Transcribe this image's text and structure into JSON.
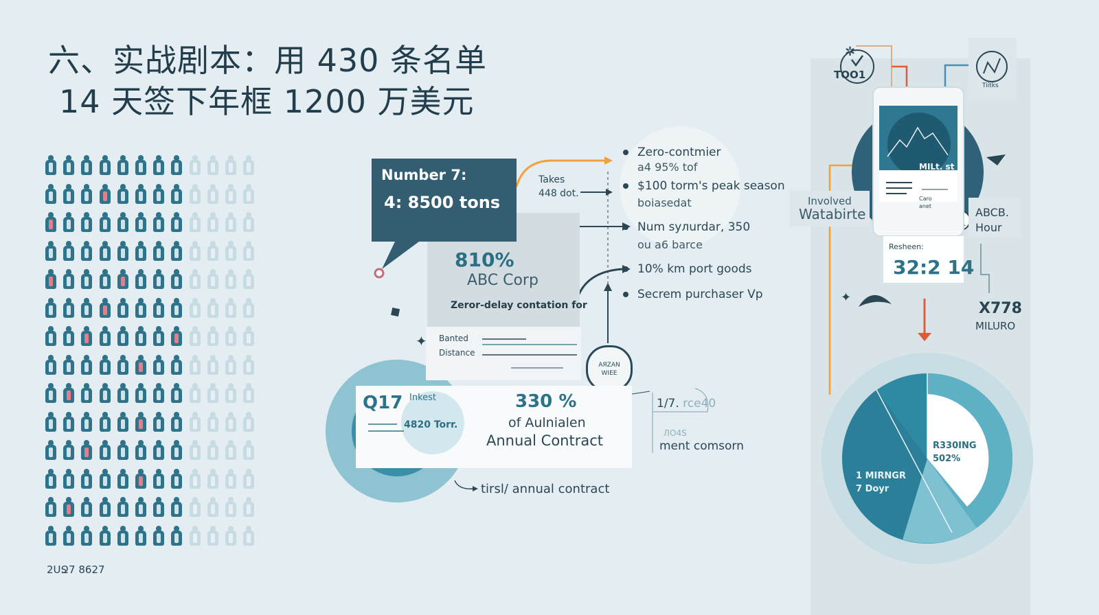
{
  "title": {
    "line1": "六、实战剧本：用 430 条名单",
    "line2": "14 天签下年框 1200 万美元"
  },
  "people_grid": {
    "rows": 14,
    "columns": 12,
    "colors": {
      "highlight": "#2e7389",
      "accent": "#e0808e",
      "faded": "#c7dbe2"
    },
    "footer": "2ՍՋ7 8627"
  },
  "callout": {
    "label": "Number 7:",
    "value": "4: 8500 tons"
  },
  "center_card": {
    "percent": "810%",
    "company": "ABC Corp",
    "subtitle": "Zeror-delay contation for",
    "row1": "Banted",
    "row2": "Distance"
  },
  "takes": {
    "line1": "Takes",
    "line2": "448 dot."
  },
  "bullets": [
    {
      "text": "Zero-contmier",
      "sub": "a4 95% tof"
    },
    {
      "text": "$100 torm's peak season",
      "sub": "boiasedat"
    },
    {
      "text": "Num sулurdar, 350",
      "sub": "ou a6 barce"
    },
    {
      "text": "10% km port goods",
      "sub": ""
    },
    {
      "text": "Secrem purchaser Vp",
      "sub": ""
    }
  ],
  "badge": {
    "line1": "AЯZAN",
    "line2": "WIЕE"
  },
  "lower_panel": {
    "code": "Q17",
    "tag": "Inkest",
    "tons": "4820 Torr.",
    "percent": "330 %",
    "of_label": "of Aulnialen",
    "contract": "Annual Contract",
    "fraction": "1/7. ",
    "fraction_extra": "rce40",
    "small_figure": "ЛО4Ѕ",
    "ment": "ment comsorn",
    "tirst": "tirsl/ annual contract"
  },
  "right_panel": {
    "tool_label": "TOO1",
    "tiitks": "Tiitks",
    "involved": "Involved",
    "watabirte": "Watabirte",
    "abcb": "ABCB.",
    "hour": "Hour",
    "phone_caption": "MILt. st",
    "phone_footer1": "Caro",
    "phone_footer2": "anet",
    "reading_label": "Resheen:",
    "reading_value": "32:2 14",
    "x778": "X778",
    "miluro": "MILURO",
    "pie_right_line1": "R330ING",
    "pie_right_line2": "502%",
    "pie_left_line1": "1 MIRNGR",
    "pie_left_line2": "7 Doyr"
  }
}
